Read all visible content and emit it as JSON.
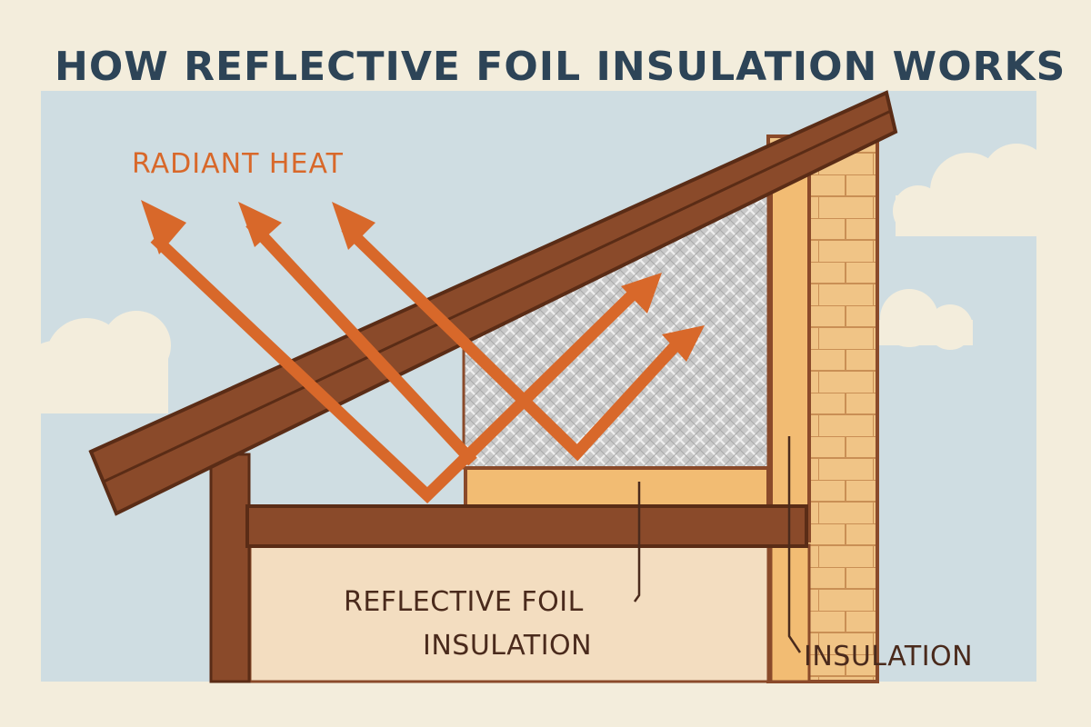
{
  "title": "HOW REFLECTIVE FOIL INSULATION WORKS",
  "labels": {
    "radiant_heat": "RADIANT HEAT",
    "reflective_foil_line1": "REFLECTIVE FOIL",
    "reflective_foil_line2": "INSULATION",
    "insulation": "INSULATION"
  },
  "colors": {
    "background": "#f3eddc",
    "sky": "#cfdde2",
    "cloud": "#f3eddc",
    "wood": "#8a4a2a",
    "wood_outline": "#5a2c16",
    "insulation": "#f2bc73",
    "brick": "#f0c486",
    "foil": "#c8c8c8",
    "interior": "#f3ddc0",
    "arrow": "#d8682a",
    "title_text": "#2d4457",
    "label_text": "#4a2a1c"
  },
  "icons": [
    "radiant-heat-arrow",
    "reflected-heat-arrow",
    "cloud"
  ]
}
